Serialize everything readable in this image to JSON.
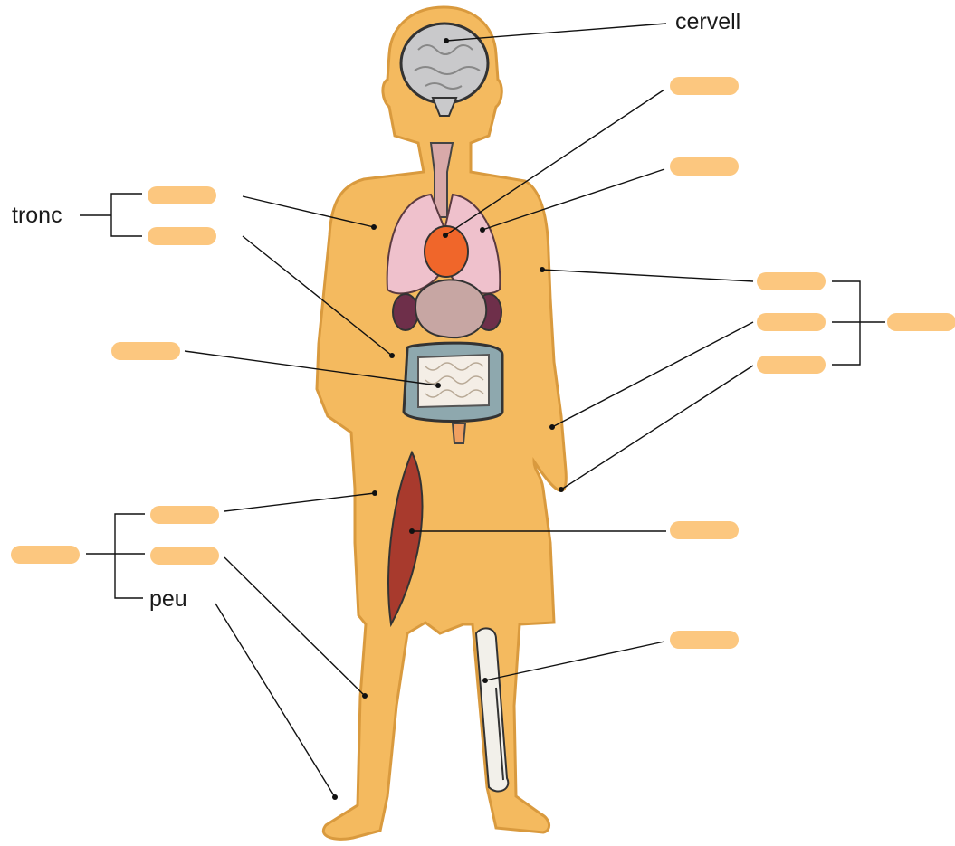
{
  "labels": {
    "cervell": "cervell",
    "tronc": "tronc",
    "peu": "peu"
  },
  "colors": {
    "body_skin": "#f4ba5f",
    "body_outline": "#d99a3e",
    "answer_blank": "#fcc77f",
    "leader_line": "#111111",
    "brain": "#c9c9cb",
    "lungs": "#efc1cc",
    "heart": "#f0662a",
    "stomach": "#c7a6a3",
    "kidneys": "#6e2f4a",
    "intestine": "#f4eee6",
    "colon": "#8ea8ae",
    "muscle": "#a83a2d",
    "bone": "#f2f0ea",
    "trachea": "#d8a9a9"
  },
  "blanks": [
    {
      "id": "blank-brain-area-1",
      "value": ""
    },
    {
      "id": "blank-heart",
      "value": ""
    },
    {
      "id": "blank-lungs",
      "value": ""
    },
    {
      "id": "blank-trunk-1",
      "value": ""
    },
    {
      "id": "blank-trunk-2",
      "value": ""
    },
    {
      "id": "blank-intestine",
      "value": ""
    },
    {
      "id": "blank-arm-1",
      "value": ""
    },
    {
      "id": "blank-arm-2",
      "value": ""
    },
    {
      "id": "blank-arm-3",
      "value": ""
    },
    {
      "id": "blank-upper-limbs",
      "value": ""
    },
    {
      "id": "blank-leg-1",
      "value": ""
    },
    {
      "id": "blank-leg-2",
      "value": ""
    },
    {
      "id": "blank-lower-limbs",
      "value": ""
    },
    {
      "id": "blank-muscle",
      "value": ""
    },
    {
      "id": "blank-bone",
      "value": ""
    }
  ]
}
